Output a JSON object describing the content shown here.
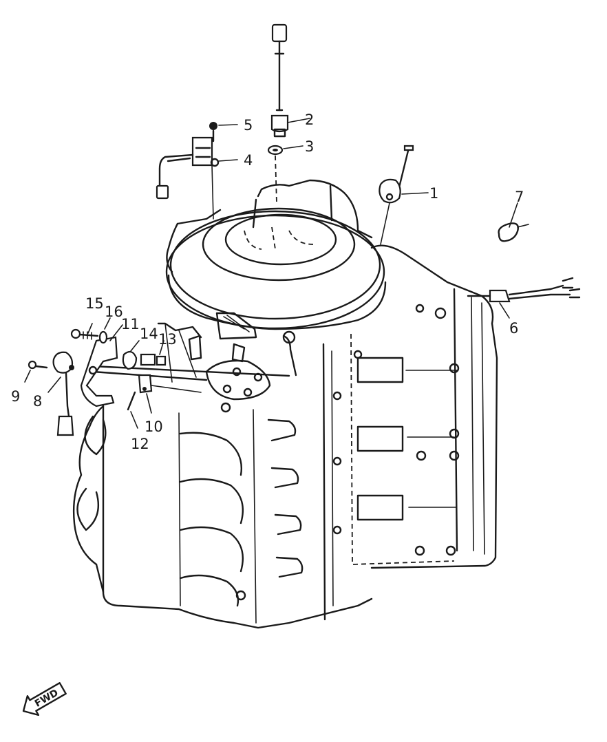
{
  "callouts": [
    {
      "id": "1",
      "label": "1"
    },
    {
      "id": "2",
      "label": "2"
    },
    {
      "id": "3",
      "label": "3"
    },
    {
      "id": "4",
      "label": "4"
    },
    {
      "id": "5",
      "label": "5"
    },
    {
      "id": "6",
      "label": "6"
    },
    {
      "id": "7",
      "label": "7"
    },
    {
      "id": "8",
      "label": "8"
    },
    {
      "id": "9",
      "label": "9"
    },
    {
      "id": "10",
      "label": "10"
    },
    {
      "id": "11",
      "label": "11"
    },
    {
      "id": "12",
      "label": "12"
    },
    {
      "id": "13",
      "label": "13"
    },
    {
      "id": "14",
      "label": "14"
    },
    {
      "id": "15",
      "label": "15"
    },
    {
      "id": "16",
      "label": "16"
    }
  ],
  "direction_arrow": {
    "label": "FWD"
  },
  "colors": {
    "ink": "#1a1a1a",
    "paper": "#ffffff"
  }
}
